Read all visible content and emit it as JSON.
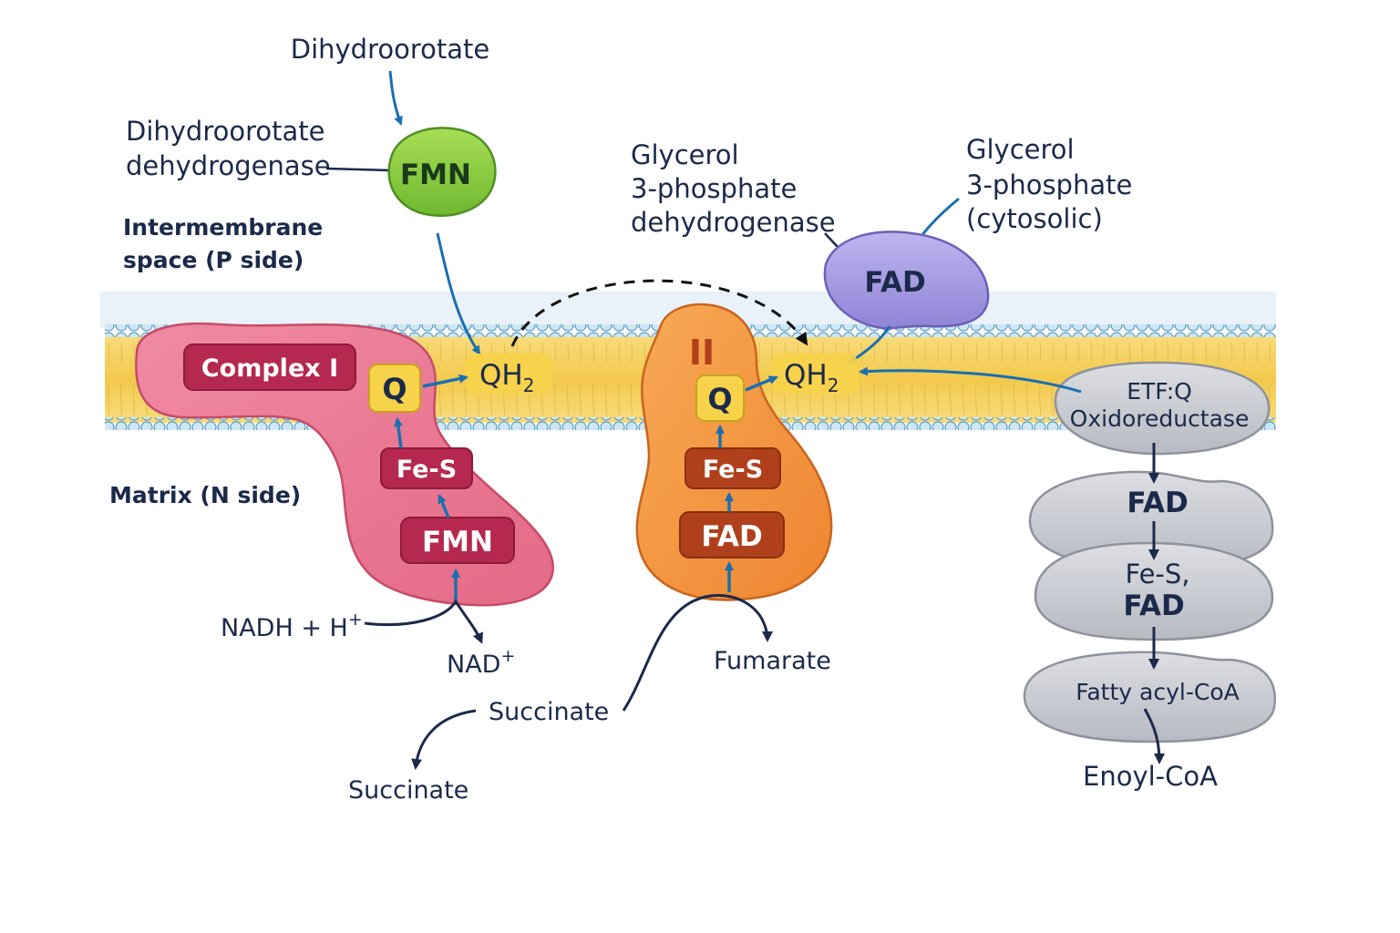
{
  "top": {
    "dihydroorotate": "Dihydroorotate",
    "dhodh_line1": "Dihydroorotate",
    "dhodh_line2": "dehydrogenase",
    "fmn_top": "FMN",
    "ims_line1": "Intermembrane",
    "ims_line2": "space (P side)",
    "matrix": "Matrix (N side)",
    "g3pdh_line1": "Glycerol",
    "g3pdh_line2": "3-phosphate",
    "g3pdh_line3": "dehydrogenase",
    "g3p_line1": "Glycerol",
    "g3p_line2": "3-phosphate",
    "g3p_line3": "(cytosolic)",
    "fad_g3p": "FAD"
  },
  "complex1": {
    "label": "Complex I",
    "q": "Q",
    "qh2": "QH",
    "qh2_sub": "2",
    "fes": "Fe-S",
    "fmn": "FMN",
    "nadh": "NADH + H",
    "nadh_sup": "+",
    "nad": "NAD",
    "nad_sup": "+"
  },
  "complex2": {
    "label": "II",
    "q": "Q",
    "qh2": "QH",
    "qh2_sub": "2",
    "fes": "Fe-S",
    "fad": "FAD",
    "fumarate": "Fumarate",
    "succinate_mid": "Succinate",
    "succinate_low": "Succinate"
  },
  "etf": {
    "line1": "ETF:Q",
    "line2": "Oxidoreductase",
    "fad": "FAD",
    "fes_line1": "Fe-S,",
    "fes_line2": "FAD",
    "fatty": "Fatty acyl-CoA",
    "enoyl": "Enoyl-CoA"
  },
  "colors": {
    "navy": "#1b2a4a",
    "arrow_blue": "#1a6fb0",
    "complex1_pink": "#e8758f",
    "complex1_label": "#b5284f",
    "complex2_orange": "#f3923a",
    "complex2_label": "#b0401c",
    "quinone_yellow": "#f7d34a",
    "membrane_yellow": "#f6d774",
    "fmn_green": "#8ccf3f",
    "fad_purple": "#a59ae0",
    "etf_gray": "#c9cbd1"
  }
}
